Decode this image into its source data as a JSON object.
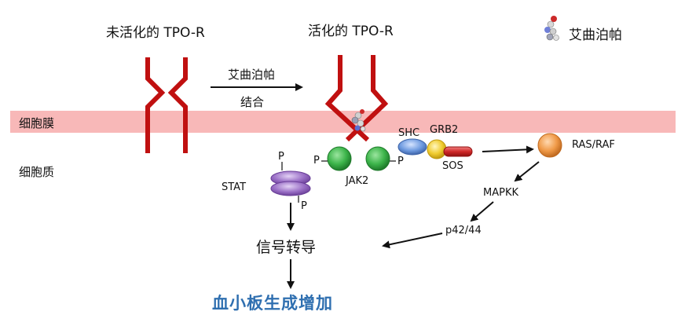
{
  "labels": {
    "inactive_receptor": "未活化的 TPO-R",
    "active_receptor": "活化的 TPO-R",
    "drug_legend": "艾曲泊帕",
    "arrow_drug": "艾曲泊帕",
    "arrow_bind": "结合",
    "membrane": "细胞膜",
    "cytoplasm": "细胞质",
    "stat": "STAT",
    "jak2": "JAK2",
    "shc": "SHC",
    "grb2": "GRB2",
    "sos": "SOS",
    "ras_raf": "RAS/RAF",
    "mapkk": "MAPKK",
    "p42_44": "p42/44",
    "signal": "信号转导",
    "result": "血小板生成增加",
    "phospho": "P"
  },
  "colors": {
    "receptor": "#c01010",
    "membrane": "#f8b8b8",
    "jak2": "#3cb44a",
    "stat": "#9a6fc6",
    "shc": "#6f9be0",
    "grb2": "#f0cc30",
    "sos": "#d02828",
    "ras_raf": "#f09a48",
    "result_text": "#2f6fb0"
  },
  "icons": [
    "eltrombopag-molecule-icon"
  ]
}
